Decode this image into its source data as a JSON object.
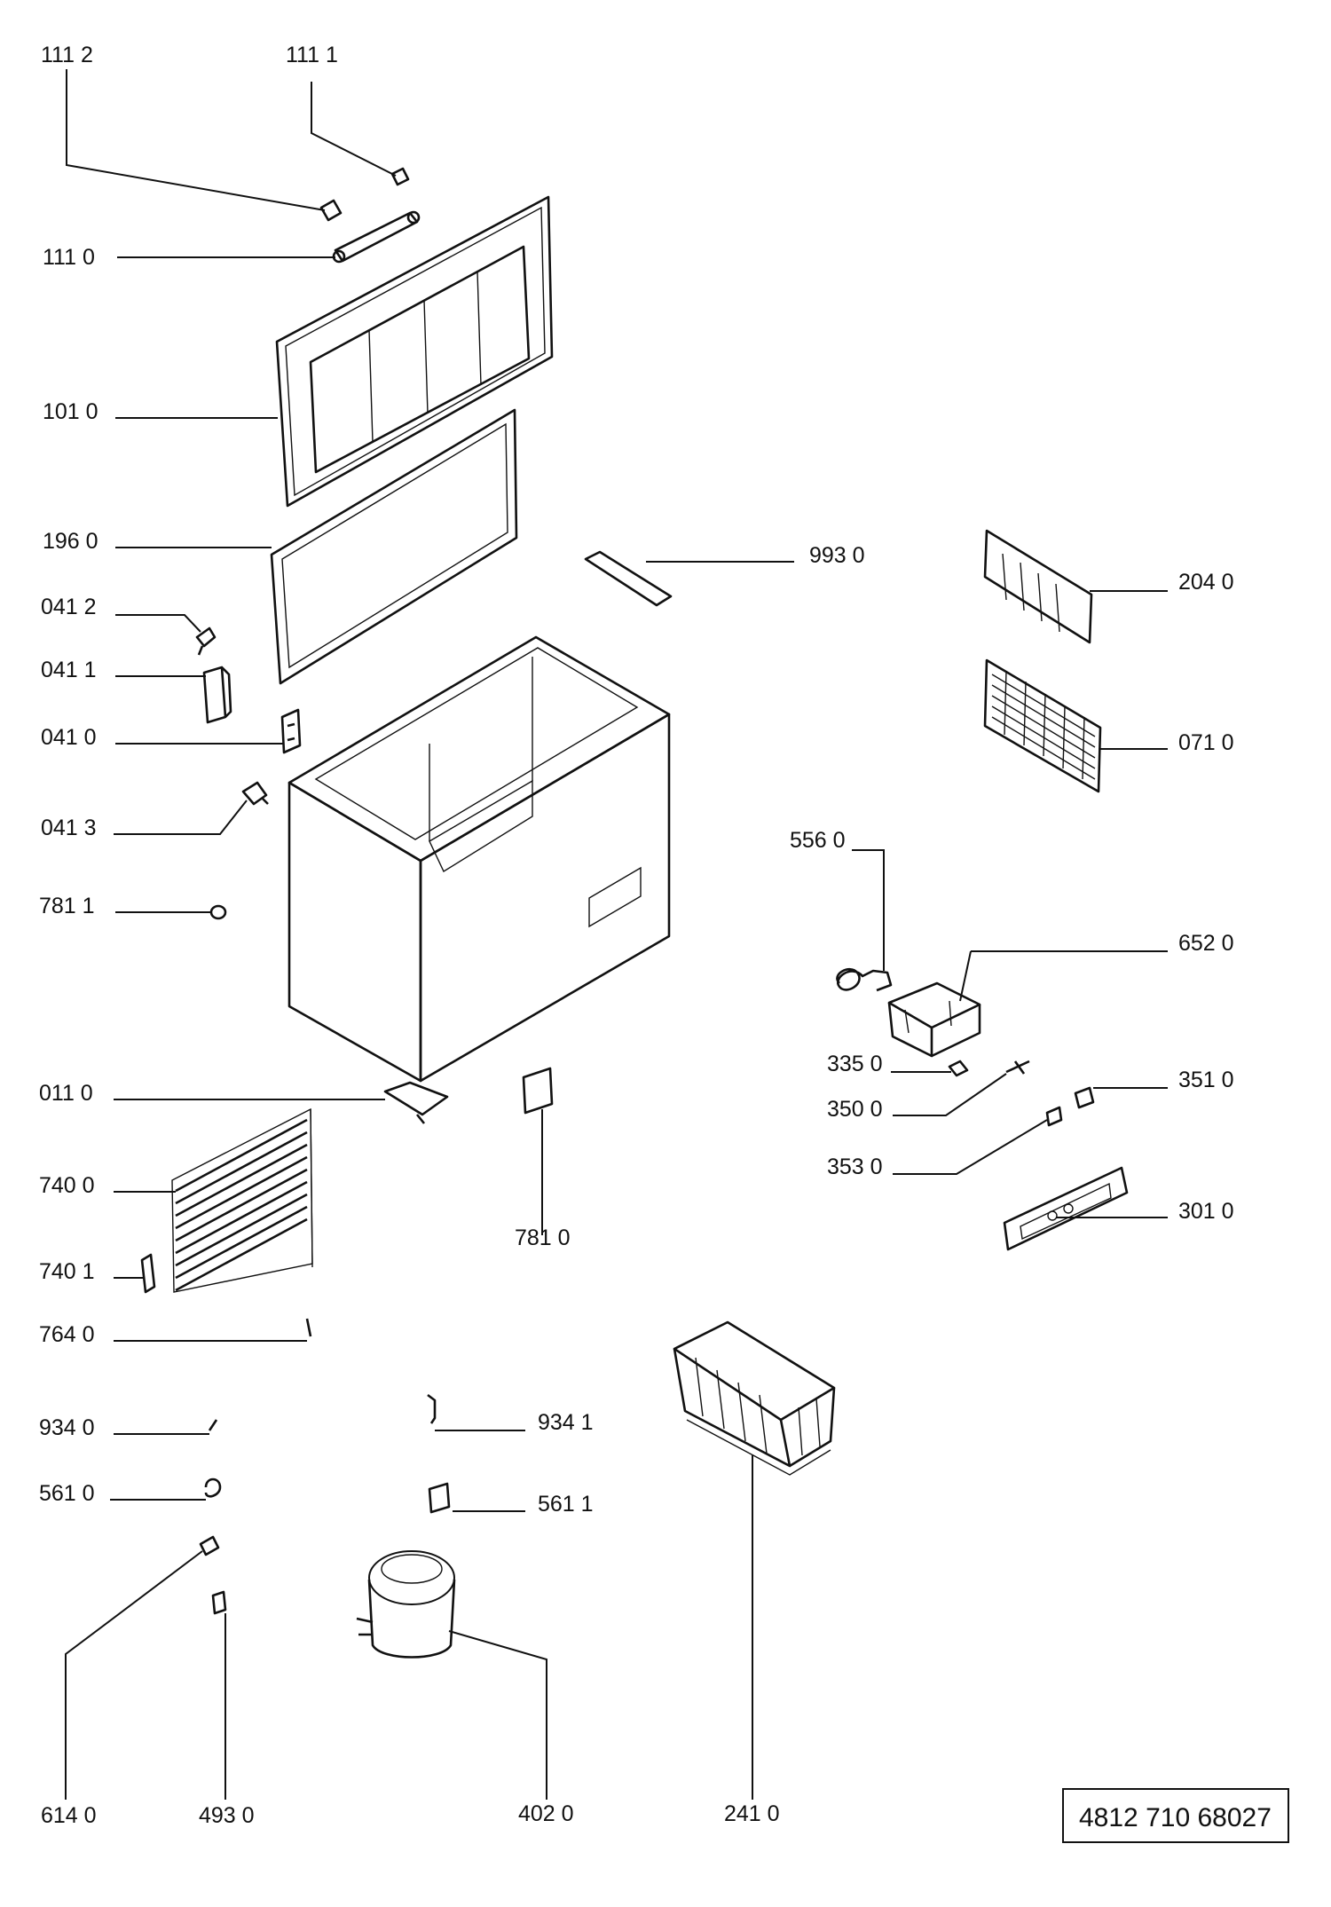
{
  "labels": {
    "l1112": "111 2",
    "l1111": "111 1",
    "l1110": "111 0",
    "l1010": "101 0",
    "l1960": "196 0",
    "l0412": "041 2",
    "l0411": "041 1",
    "l0410": "041 0",
    "l0413": "041 3",
    "l7811": "781 1",
    "l0110": "011 0",
    "l7400": "740 0",
    "l7401": "740 1",
    "l7640": "764 0",
    "l9340": "934 0",
    "l5610": "561 0",
    "l6140": "614 0",
    "l4930": "493 0",
    "l9930": "993 0",
    "l2040": "204 0",
    "l0710": "071 0",
    "l5560": "556 0",
    "l6520": "652 0",
    "l3350": "335 0",
    "l3500": "350 0",
    "l3510": "351 0",
    "l3530": "353 0",
    "l3010": "301 0",
    "l7810": "781 0",
    "l9341": "934 1",
    "l5611": "561 1",
    "l4020": "402 0",
    "l2410": "241 0"
  },
  "reference_number": "4812 710 68027"
}
